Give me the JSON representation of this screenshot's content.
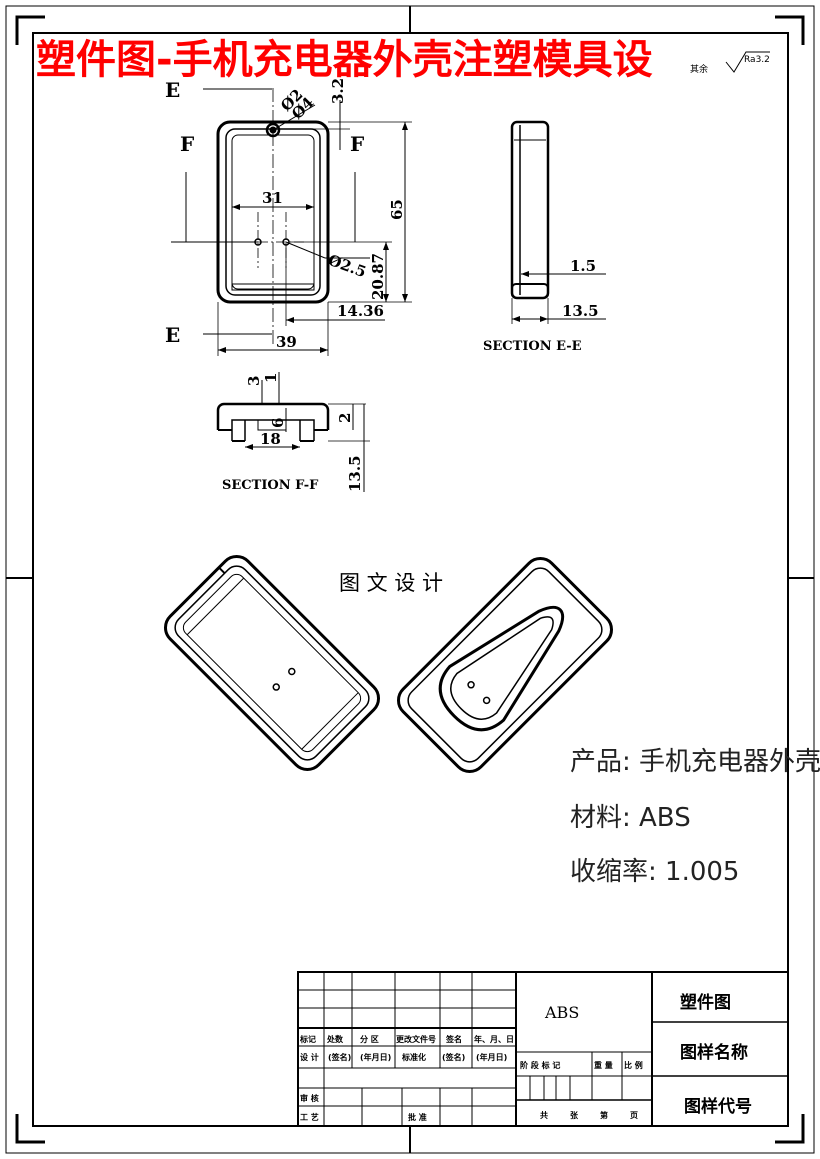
{
  "title": "塑件图-手机充电器外壳注塑模具设",
  "roughness": "Ra3.2",
  "roughness_prefix": "其余",
  "views": {
    "label_e_top": "E",
    "label_e_bottom": "E",
    "label_f_left": "F",
    "label_f_right": "F",
    "section_ee": "SECTION E-E",
    "section_ff": "SECTION F-F"
  },
  "dimensions": {
    "d_hole_a": "Ø2",
    "d_hole_b": "Ø4",
    "d_top": "3.2",
    "d_width_inner": "31",
    "d_height": "65",
    "d_hole_c": "Ø2.5",
    "d_offset_y": "20.87",
    "d_offset_x": "14.36",
    "d_width": "39",
    "d_wall": "1.5",
    "d_depth": "13.5",
    "d_ff_3": "3",
    "d_ff_1": "1",
    "d_ff_2": "2",
    "d_ff_6": "6",
    "d_ff_18": "18",
    "d_ff_135": "13.5"
  },
  "center_text": "图 文 设 计",
  "product_info": {
    "product": "产品: 手机充电器外壳",
    "material": "材料: ABS",
    "shrinkage": "收缩率: 1.005"
  },
  "title_block": {
    "material": "ABS",
    "drawing_type": "塑件图",
    "drawing_name": "图样名称",
    "drawing_code": "图样代号",
    "headers": [
      "标记",
      "处数",
      "分 区",
      "更改文件号",
      "签名",
      "年、月、日"
    ],
    "row_design": [
      "设 计",
      "(签名)",
      "(年月日)",
      "标准化",
      "(签名)",
      "(年月日)"
    ],
    "row_review": "审 核",
    "row_process": "工 艺",
    "approve": "批 准",
    "stage_headers": [
      "阶 段 标 记",
      "重 量",
      "比 例"
    ],
    "sheet": [
      "共",
      "张",
      "第",
      "页"
    ]
  }
}
